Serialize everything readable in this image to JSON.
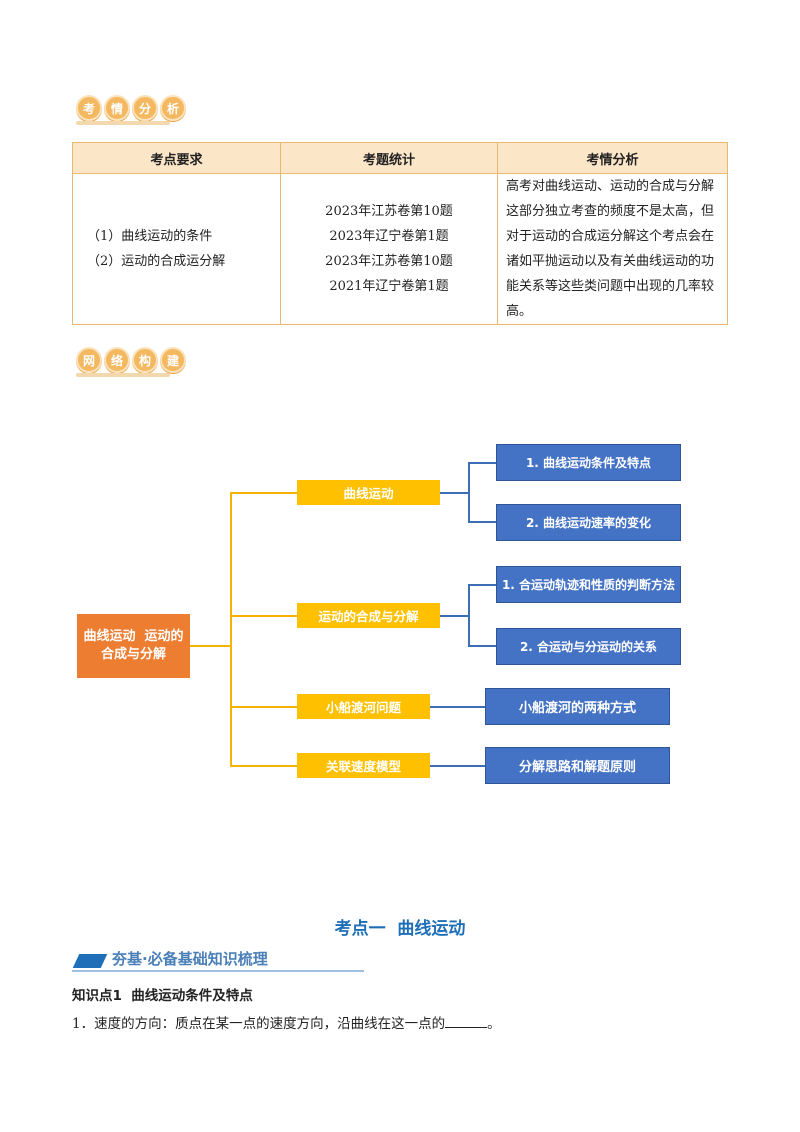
{
  "badge1": {
    "chars": [
      "考",
      "情",
      "分",
      "析"
    ]
  },
  "table": {
    "headers": [
      "考点要求",
      "考题统计",
      "考情分析"
    ],
    "col1": [
      "（1）曲线运动的条件",
      "（2）运动的合成运分解"
    ],
    "col2": [
      "2023年江苏卷第10题",
      "2023年辽宁卷第1题",
      "2023年江苏卷第10题",
      "2021年辽宁卷第1题"
    ],
    "col3": [
      "高考对曲线运动、运动的合成与分解",
      "这部分独立考查的频度不是太高，但",
      "对于运动的合成运分解这个考点会在",
      "诸如平抛运动以及有关曲线运动的功",
      "能关系等这些类问题中出现的几率较",
      "高。"
    ]
  },
  "badge2": {
    "chars": [
      "网",
      "络",
      "构",
      "建"
    ]
  },
  "mindmap": {
    "root_line1": "曲线运动  运动的",
    "root_line2": "合成与分解",
    "branches": [
      "曲线运动",
      "运动的合成与分解",
      "小船渡河问题",
      "关联速度模型"
    ],
    "leaves": [
      "1. 曲线运动条件及特点",
      "2. 曲线运动速率的变化",
      "1. 合运动轨迹和性质的判断方法",
      "2. 合运动与分运动的关系",
      "小船渡河的两种方式",
      "分解思路和解题原则"
    ],
    "colors": {
      "root": "#ed7d31",
      "branch": "#ffc000",
      "leaf": "#4472c4"
    }
  },
  "section": {
    "title": "考点一  曲线运动",
    "banner": "夯基·必备基础知识梳理",
    "kp_title": "知识点1  曲线运动条件及特点",
    "kp_line_prefix": "1．速度的方向：质点在某一点的速度方向，沿曲线在这一点的",
    "kp_line_suffix": "。"
  }
}
